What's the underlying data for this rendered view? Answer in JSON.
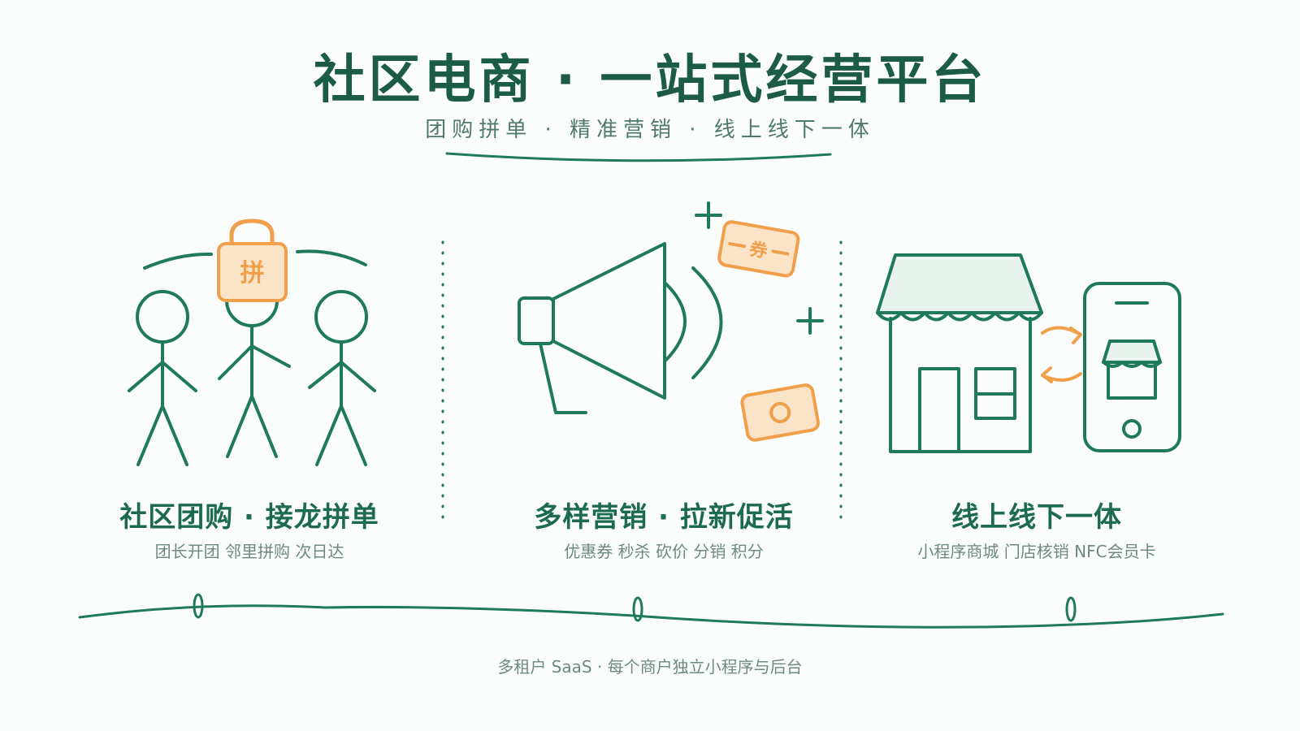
{
  "header": {
    "title": "社区电商 · 一站式经营平台",
    "subtitle": "团购拼单 · 精准营销 · 线上线下一体"
  },
  "columns": [
    {
      "title": "社区团购 · 接龙拼单",
      "subtitle": "团长开团 邻里拼购 次日达",
      "badge": "拼"
    },
    {
      "title": "多样营销 · 拉新促活",
      "subtitle": "优惠券 秒杀 砍价 分销 积分",
      "coupon_label": "券"
    },
    {
      "title": "线上线下一体",
      "subtitle": "小程序商城 门店核销 NFC会员卡"
    }
  ],
  "footer": {
    "note": "多租户 SaaS · 每个商户独立小程序与后台"
  },
  "colors": {
    "primary": "#1f7a5c",
    "accent": "#f0a04b",
    "accent_fill": "#fbe3c8",
    "text_dark": "#1c5c45",
    "text_muted": "#6d8a7e"
  },
  "icons": [
    "three-people-icon",
    "group-buy-bag-icon",
    "megaphone-icon",
    "coupon-icon",
    "store-icon",
    "smartphone-icon",
    "sync-arrows-icon"
  ]
}
